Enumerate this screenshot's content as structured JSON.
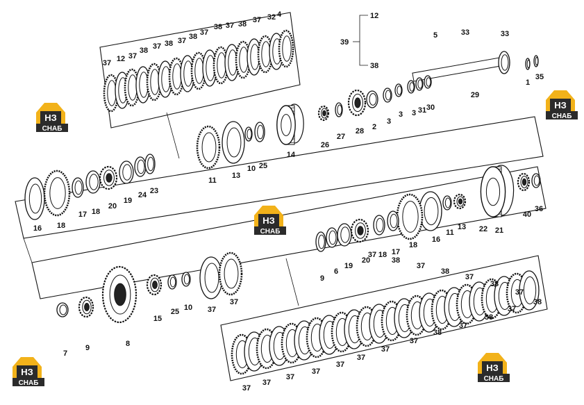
{
  "logo": {
    "mark": "НЗ",
    "name": "СНАБ",
    "colors": {
      "roof": "#f2b21a",
      "plate": "#2b2b2b",
      "text": "#ffffff"
    }
  },
  "frame_color": "#111111",
  "brace_labels": {
    "parent": "39",
    "top": "12",
    "bottom": "38"
  },
  "parts": [
    "37",
    "12",
    "37",
    "38",
    "37",
    "38",
    "37",
    "38",
    "37",
    "38",
    "37",
    "38",
    "37",
    "32",
    "4",
    "5",
    "33",
    "33",
    "1",
    "35",
    "29",
    "28",
    "2",
    "3",
    "3",
    "3",
    "31",
    "30",
    "27",
    "26",
    "14",
    "25",
    "10",
    "13",
    "11",
    "16",
    "18",
    "17",
    "18",
    "20",
    "19",
    "24",
    "23",
    "36",
    "40",
    "21",
    "22",
    "13",
    "11",
    "16",
    "18",
    "17",
    "18",
    "20",
    "19",
    "6",
    "9",
    "7",
    "9",
    "8",
    "15",
    "25",
    "10",
    "37",
    "37",
    "37",
    "37",
    "37",
    "37",
    "37",
    "37",
    "37",
    "37",
    "38",
    "37",
    "38",
    "37",
    "38",
    "37",
    "38",
    "37",
    "38",
    "37",
    "38",
    "37"
  ]
}
